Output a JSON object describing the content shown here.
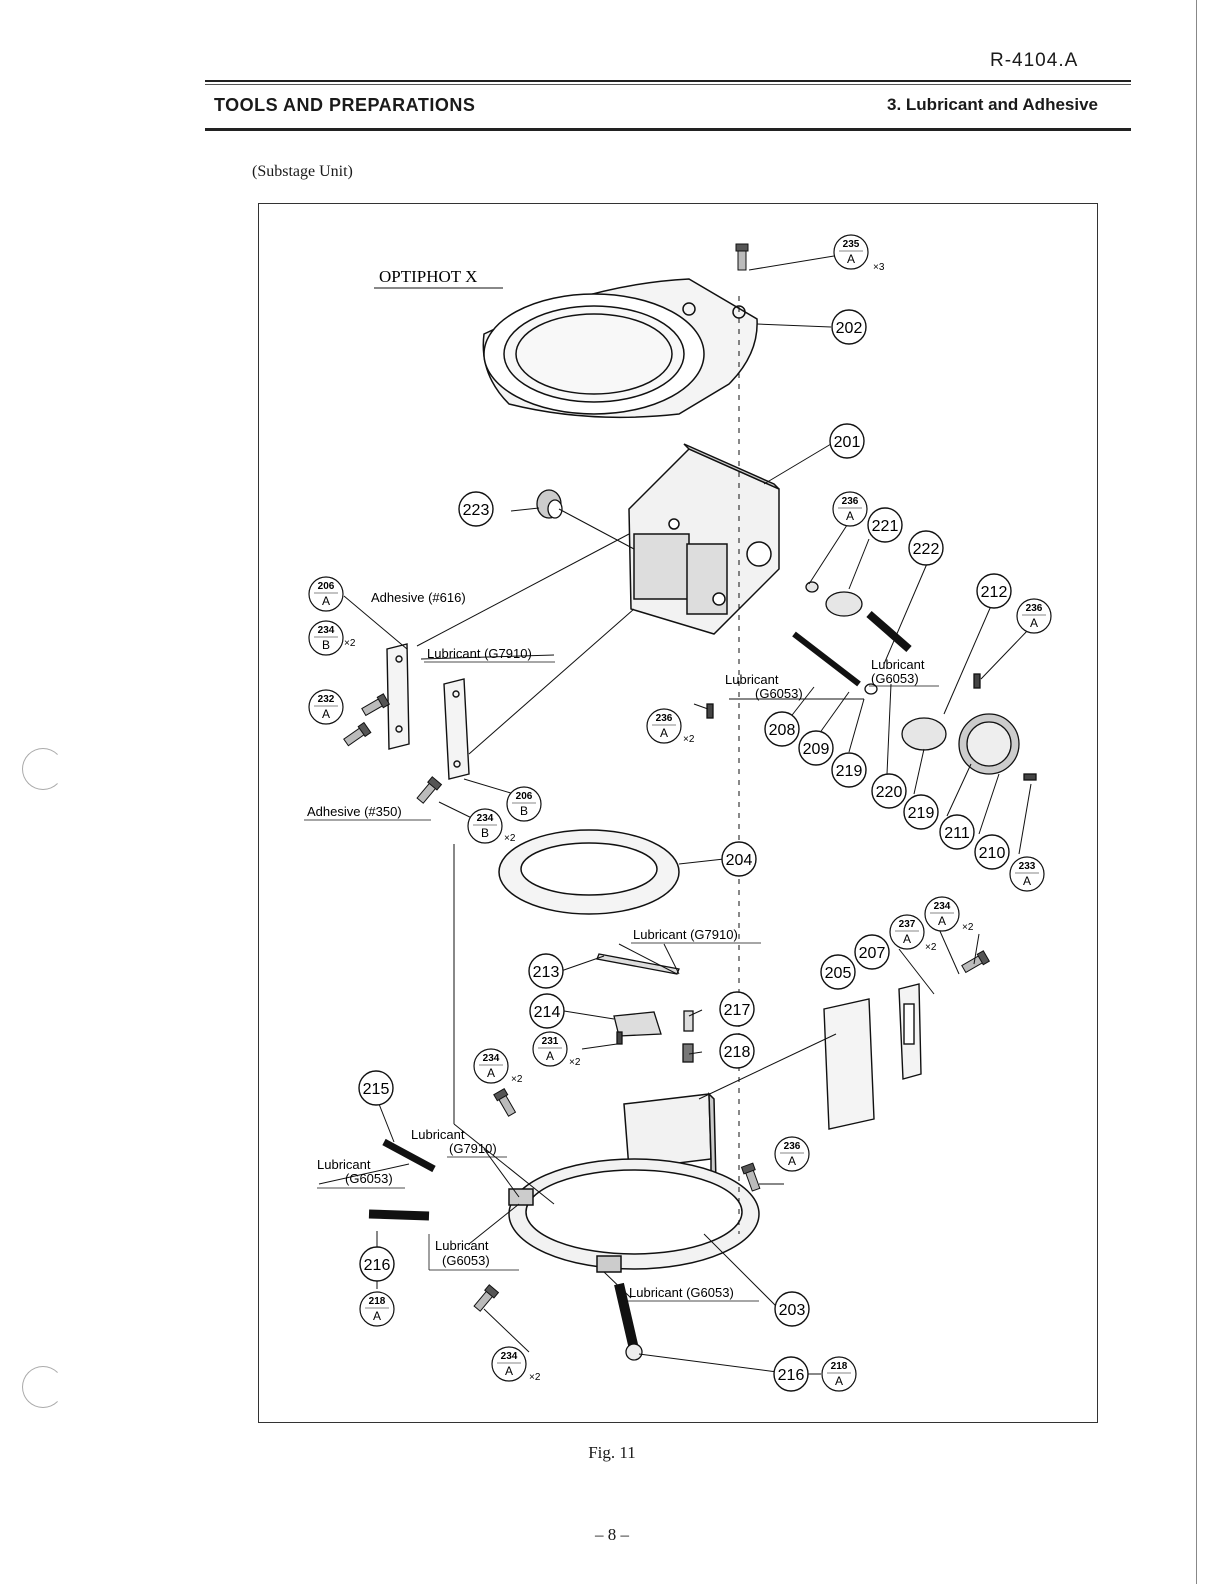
{
  "header": {
    "doc_code": "R-4104.A",
    "section_title": "TOOLS AND PREPARATIONS",
    "section_sub": "3. Lubricant and Adhesive"
  },
  "caption_top": "(Substage Unit)",
  "figure": {
    "model_name": "OPTIPHOT X",
    "part_labels": {
      "p201": "201",
      "p202": "202",
      "p203": "203",
      "p204": "204",
      "p205": "205",
      "p206a": "206",
      "p206a_sub": "A",
      "p206b": "206",
      "p206b_sub": "B",
      "p207": "207",
      "p208": "208",
      "p209": "209",
      "p210": "210",
      "p211": "211",
      "p212": "212",
      "p213": "213",
      "p214": "214",
      "p215": "215",
      "p216a": "216",
      "p216b": "216",
      "p217": "217",
      "p218": "218",
      "p218a": "218",
      "p218a_sub": "A",
      "p218b": "218",
      "p218b_sub": "A",
      "p219a": "219",
      "p219b": "219",
      "p220": "220",
      "p221": "221",
      "p222": "222",
      "p223": "223",
      "p231": "231",
      "p231_sub": "A",
      "p232": "232",
      "p232_sub": "A",
      "p233": "233",
      "p233_sub": "A",
      "p234a": "234",
      "p234a_sub": "B",
      "p234b": "234",
      "p234b_sub": "B",
      "p234c": "234",
      "p234c_sub": "A",
      "p234d": "234",
      "p234d_sub": "A",
      "p234e": "234",
      "p234e_sub": "A",
      "p235": "235",
      "p235_sub": "A",
      "p236a": "236",
      "p236a_sub": "A",
      "p236b": "236",
      "p236b_sub": "A",
      "p236c": "236",
      "p236c_sub": "A",
      "p236d": "236",
      "p236d_sub": "A",
      "p237": "237",
      "p237_sub": "A"
    },
    "multipliers": {
      "x2": "×2",
      "x3": "×3"
    },
    "callouts": {
      "adhesive_616": "Adhesive (#616)",
      "adhesive_350": "Adhesive (#350)",
      "lube_g7910_top": "Lubricant (G7910)",
      "lube_g7910_mid": "Lubricant (G7910)",
      "lube_g6053_a_line1": "Lubricant",
      "lube_g6053_a_line2": "(G6053)",
      "lube_g6053_b_line1": "Lubricant",
      "lube_g6053_b_line2": "(G6053)",
      "lube_g7910_low_line1": "Lubricant",
      "lube_g7910_low_line2": "(G7910)",
      "lube_g6053_c_line1": "Lubricant",
      "lube_g6053_c_line2": "(G6053)",
      "lube_g6053_d_line1": "Lubricant",
      "lube_g6053_d_line2": "(G6053)",
      "lube_g6053_e": "Lubricant (G6053)"
    }
  },
  "fig_caption": "Fig. 11",
  "page_number": "– 8 –"
}
